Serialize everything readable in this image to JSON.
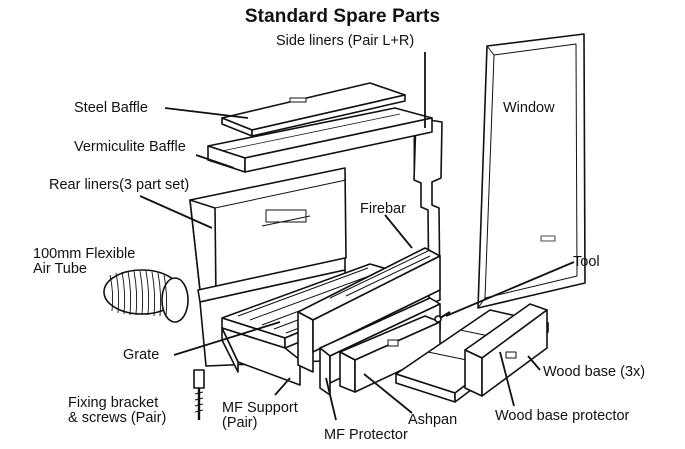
{
  "title": "Standard Spare Parts",
  "labels": {
    "side_liners": "Side liners (Pair L+R)",
    "steel_baffle": "Steel Baffle",
    "vermiculite_baffle": "Vermiculite Baffle",
    "rear_liners": "Rear liners(3 part set)",
    "window": "Window",
    "firebar": "Firebar",
    "air_tube_line1": "100mm Flexible",
    "air_tube_line2": "Air Tube",
    "tool": "Tool",
    "grate": "Grate",
    "wood_base": "Wood base (3x)",
    "fixing_line1": "Fixing bracket",
    "fixing_line2": "& screws (Pair)",
    "mf_support_line1": "MF Support",
    "mf_support_line2": "(Pair)",
    "ashpan": "Ashpan",
    "wood_base_protector": "Wood base protector",
    "mf_protector": "MF Protector"
  }
}
